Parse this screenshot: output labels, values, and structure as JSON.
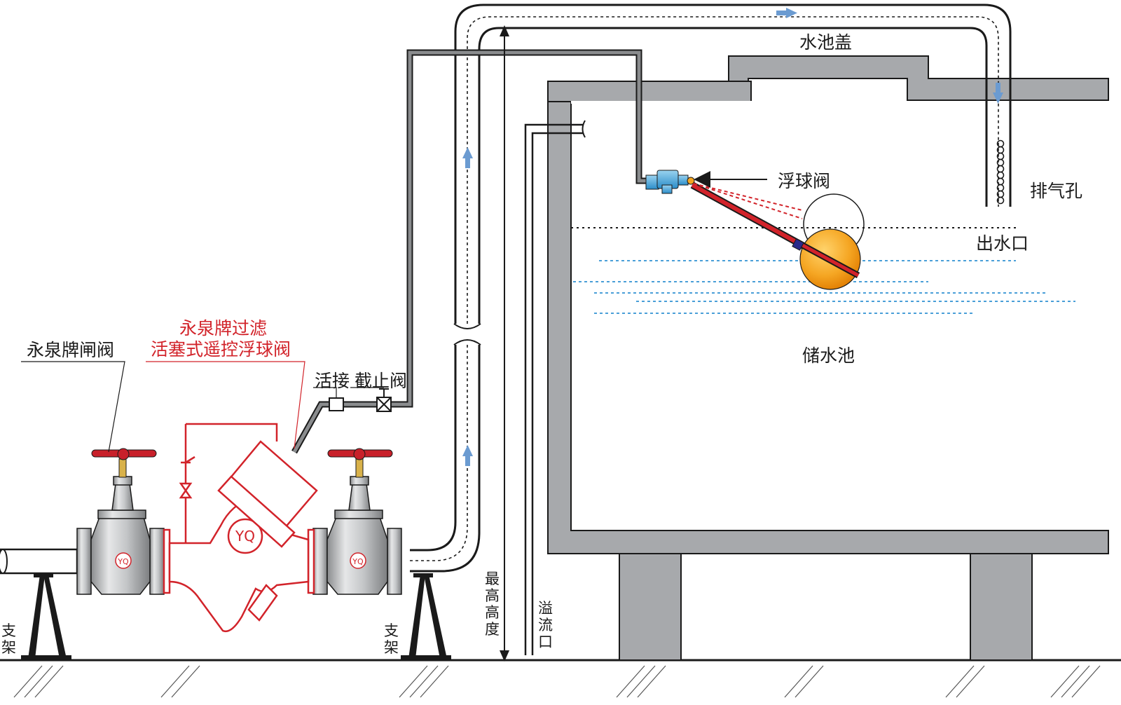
{
  "labels": {
    "gate_valve": "永泉牌闸阀",
    "main_valve_line1": "永泉牌过滤",
    "main_valve_line2": "活塞式遥控浮球阀",
    "union": "活接",
    "stop_valve": "截止阀",
    "tank_lid": "水池盖",
    "float_valve": "浮球阀",
    "vent": "排气孔",
    "outlet": "出水口",
    "tank": "储水池",
    "max_height": [
      "最",
      "高",
      "高",
      "度"
    ],
    "overflow": [
      "溢",
      "流",
      "口"
    ],
    "support": [
      "支",
      "架"
    ],
    "logo": "YQ"
  },
  "colors": {
    "wall": "#a7a9ac",
    "pipe_dark": "#3b3b3b",
    "valve_red": "#d2232a",
    "ball_orange": "#f5a623",
    "handwheel": "#c8202a",
    "flow_arrow": "#6b9bd1",
    "water_dash": "#4a9fd8",
    "valve_body": "#cfd1d3"
  },
  "icons": [
    "flow-arrow-icon",
    "handwheel-icon",
    "stop-valve-icon",
    "union-icon"
  ]
}
